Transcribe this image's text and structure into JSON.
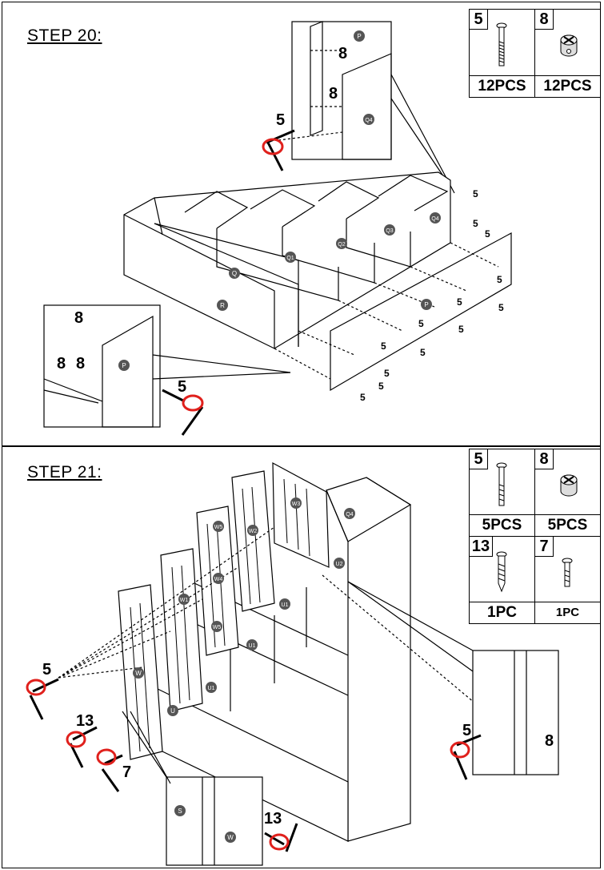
{
  "step20": {
    "title": "STEP 20:",
    "parts": [
      {
        "num": "5",
        "qty": "12PCS",
        "icon": "long-bolt-icon"
      },
      {
        "num": "8",
        "qty": "12PCS",
        "icon": "cam-nut-icon"
      }
    ],
    "panel_labels": [
      "P",
      "Q4",
      "Q",
      "Q1",
      "Q2",
      "Q3",
      "R"
    ],
    "hardware_callouts": [
      "5",
      "8"
    ]
  },
  "step21": {
    "title": "STEP 21:",
    "parts": [
      {
        "num": "5",
        "qty": "5PCS",
        "icon": "long-bolt-icon"
      },
      {
        "num": "8",
        "qty": "5PCS",
        "icon": "cam-nut-icon"
      },
      {
        "num": "13",
        "qty": "1PC",
        "icon": "wood-screw-icon"
      },
      {
        "num": "7",
        "qty": "1PC",
        "icon": "short-bolt-icon"
      }
    ],
    "panel_labels": [
      "W3",
      "W5",
      "W2",
      "W4",
      "W1",
      "W",
      "U2",
      "U1",
      "U",
      "Q4",
      "S"
    ],
    "hardware_callouts": [
      "5",
      "13",
      "7",
      "8"
    ]
  }
}
